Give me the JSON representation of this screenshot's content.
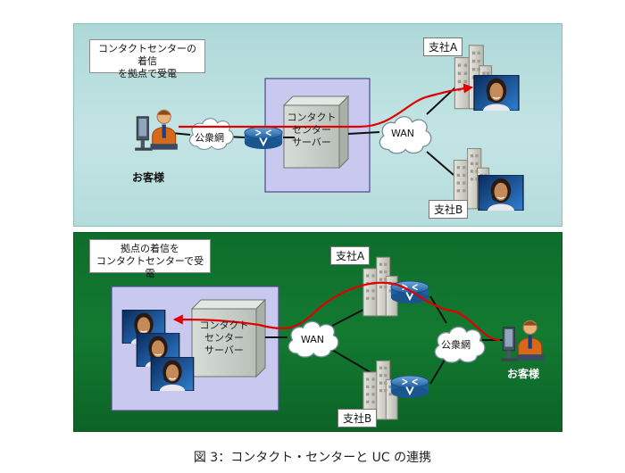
{
  "top": {
    "note_line1": "コンタクトセンターの着信",
    "note_line2": "を拠点で受電",
    "customer": "お客様",
    "public_network": "公衆網",
    "server_line1": "コンタクト",
    "server_line2": "センター",
    "server_line3": "サーバー",
    "wan": "WAN",
    "branch_a": "支社A",
    "branch_b": "支社B"
  },
  "bottom": {
    "note_line1": "拠点の着信を",
    "note_line2": "コンタクトセンターで受電",
    "server_line1": "コンタクト",
    "server_line2": "センター",
    "server_line3": "サーバー",
    "wan": "WAN",
    "public_network": "公衆網",
    "customer": "お客様",
    "branch_a": "支社A",
    "branch_b": "支社B"
  },
  "caption": "図 3：コンタクト・センターと UC の連携"
}
